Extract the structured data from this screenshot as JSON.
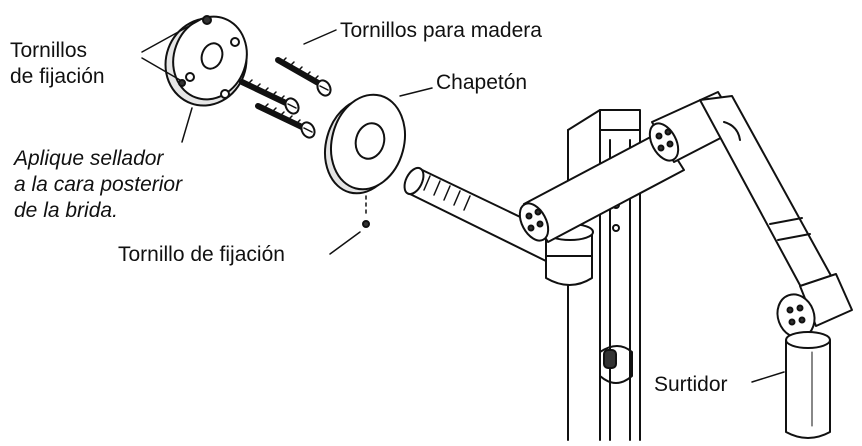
{
  "labels": {
    "mounting_screws_line1": "Tornillos",
    "mounting_screws_line2": "de fijación",
    "wood_screws": "Tornillos para madera",
    "escutcheon": "Chapetón",
    "sealant_line1": "Aplique sellador",
    "sealant_line2": "a la cara posterior",
    "sealant_line3": "de la brida.",
    "set_screw": "Tornillo de fijación",
    "spout": "Surtidor"
  },
  "colors": {
    "ink": "#111111",
    "fill": "#ffffff",
    "shade": "#dcdcdc"
  },
  "icons": [
    "flange",
    "wood-screw",
    "escutcheon-ring",
    "set-screw",
    "swing-arm-faucet",
    "wall-stud"
  ]
}
